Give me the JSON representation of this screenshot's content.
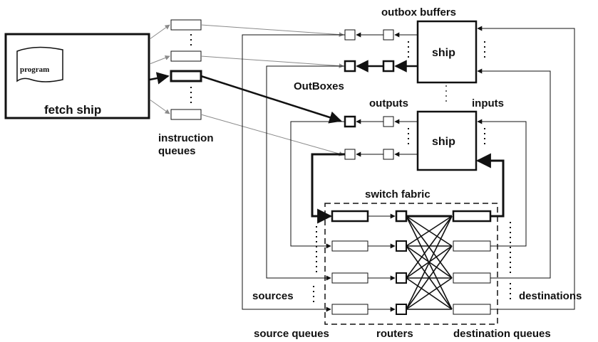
{
  "labels": {
    "fetch_ship": "fetch ship",
    "program": "program",
    "instruction_queues_line1": "instruction",
    "instruction_queues_line2": "queues",
    "outbox_buffers": "outbox buffers",
    "ship_top": "ship",
    "outboxes": "OutBoxes",
    "outputs": "outputs",
    "inputs": "inputs",
    "ship_mid": "ship",
    "switch_fabric": "switch fabric",
    "sources": "sources",
    "destinations": "destinations",
    "source_queues": "source queues",
    "routers": "routers",
    "destination_queues": "destination queues"
  }
}
